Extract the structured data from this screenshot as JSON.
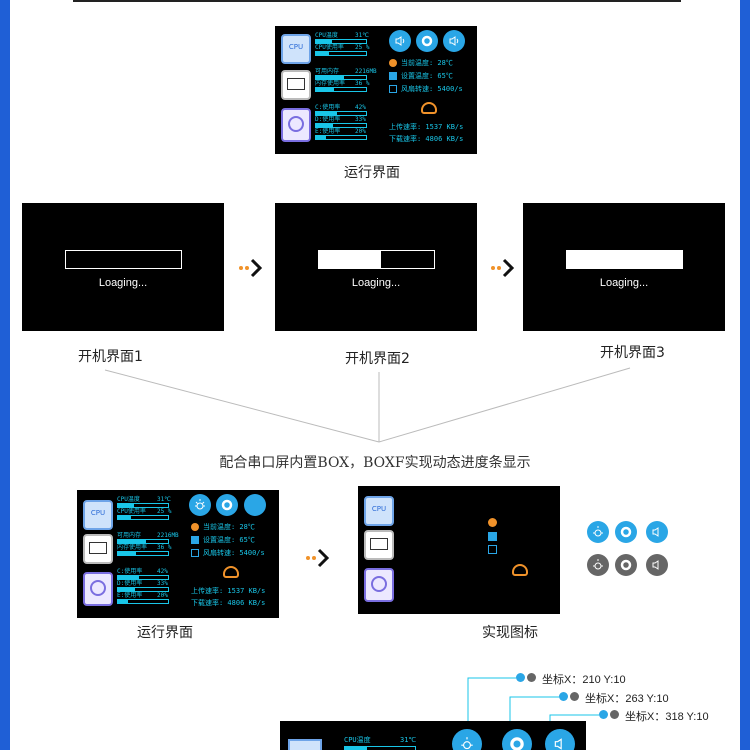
{
  "run_screen": {
    "cpu_label": "CPU",
    "rows": [
      {
        "label": "CPU温度",
        "value": "31℃",
        "fill": 0.31
      },
      {
        "label": "CPU使用率",
        "value": "25 %",
        "fill": 0.25
      },
      {
        "label": "可用内存",
        "value": "2216MB",
        "fill": 0.55
      },
      {
        "label": "内存使用率",
        "value": "36 %",
        "fill": 0.36
      },
      {
        "label": "C:使用率",
        "value": "42%",
        "fill": 0.42
      },
      {
        "label": "D:使用率",
        "value": "33%",
        "fill": 0.33
      },
      {
        "label": "E:使用率",
        "value": "20%",
        "fill": 0.2
      }
    ],
    "current_temp": "当前温度: 28℃",
    "set_temp": "设置温度: 65℃",
    "fan_speed": "风扇转速: 5400/s",
    "upload": "上传速率: 1537 KB/s",
    "download": "下载速率: 4806 KB/s"
  },
  "captions": {
    "run1": "运行界面",
    "boot1": "开机界面1",
    "boot2": "开机界面2",
    "boot3": "开机界面3",
    "run2": "运行界面",
    "icons": "实现图标"
  },
  "loading": {
    "text": "Loaging...",
    "fills": [
      0.0,
      0.54,
      1.0
    ]
  },
  "middle_text": "配合串口屏内置BOX，BOXF实现动态进度条显示",
  "coords": [
    "坐标X：210 Y:10",
    "坐标X：263 Y:10",
    "坐标X：318 Y:10"
  ],
  "bottom_screen": {
    "temp": "31℃",
    "cpu_label": "CPU温度"
  },
  "colors": {
    "accent": "#19c6e8",
    "icon_blue": "#2aa6e6",
    "icon_gray": "#666666",
    "orange": "#f0922a",
    "bg_blue": "#1f5fd6"
  }
}
